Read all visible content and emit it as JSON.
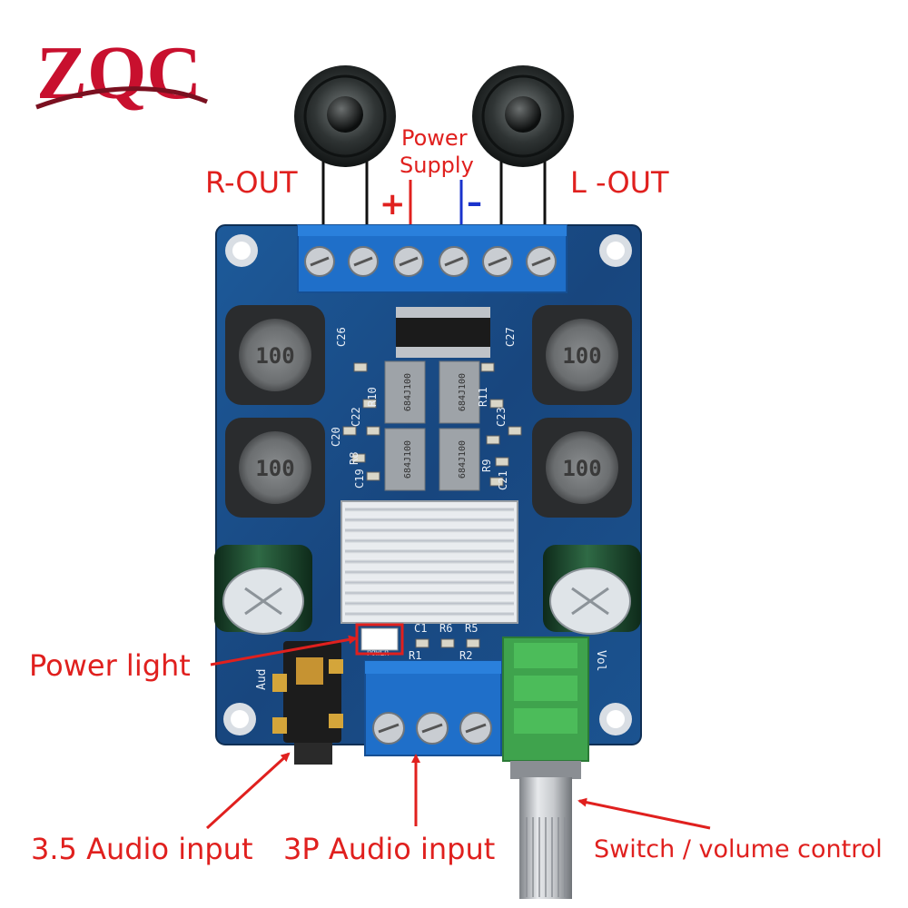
{
  "logo": {
    "text": "ZQC"
  },
  "labels": {
    "r_out": "R-OUT",
    "l_out": "L -OUT",
    "power_supply_line1": "Power",
    "power_supply_line2": "Supply",
    "plus": "+",
    "minus": "–",
    "power_light": "Power light",
    "audio_35": "3.5 Audio input",
    "audio_3p": "3P Audio input",
    "switch_volume": "Switch / volume control"
  },
  "board": {
    "inductor_marking": "100",
    "resistor_marking": "684J100",
    "silkscreen": {
      "c26": "C26",
      "c27": "C27",
      "c20": "C20",
      "c23": "C23",
      "c22": "C22",
      "r10": "R10",
      "r11": "R11",
      "r8": "R8",
      "r9": "R9",
      "c19": "C19",
      "c21": "C21",
      "r1": "R1",
      "r2": "R2",
      "r5": "R5",
      "r6": "R6",
      "c1": "C1",
      "power": "POWER",
      "vol": "Vol",
      "aud": "Aud"
    }
  },
  "colors": {
    "label_red": "#e0201e",
    "minus_blue": "#1a33cc",
    "pcb_blue": "#1a4f8c",
    "terminal_blue": "#1f6fc9",
    "pot_green": "#3fa34d"
  }
}
